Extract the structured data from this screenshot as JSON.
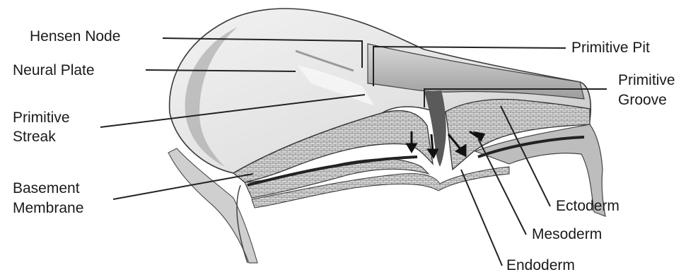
{
  "labels": {
    "hensen_node": "Hensen Node",
    "neural_plate": "Neural Plate",
    "primitive_streak_1": "Primitive",
    "primitive_streak_2": "Streak",
    "basement_membrane_1": "Basement",
    "basement_membrane_2": "Membrane",
    "primitive_pit": "Primitive Pit",
    "primitive_groove_1": "Primitive",
    "primitive_groove_2": "Groove",
    "ectoderm": "Ectoderm",
    "mesoderm": "Mesoderm",
    "endoderm": "Endoderm"
  },
  "colors": {
    "surface": "#e4e4e4",
    "shadow": "#8a8a8a",
    "cell_layer": "#d2d2d2",
    "outline": "#3a3a3a",
    "leader": "#222222"
  }
}
